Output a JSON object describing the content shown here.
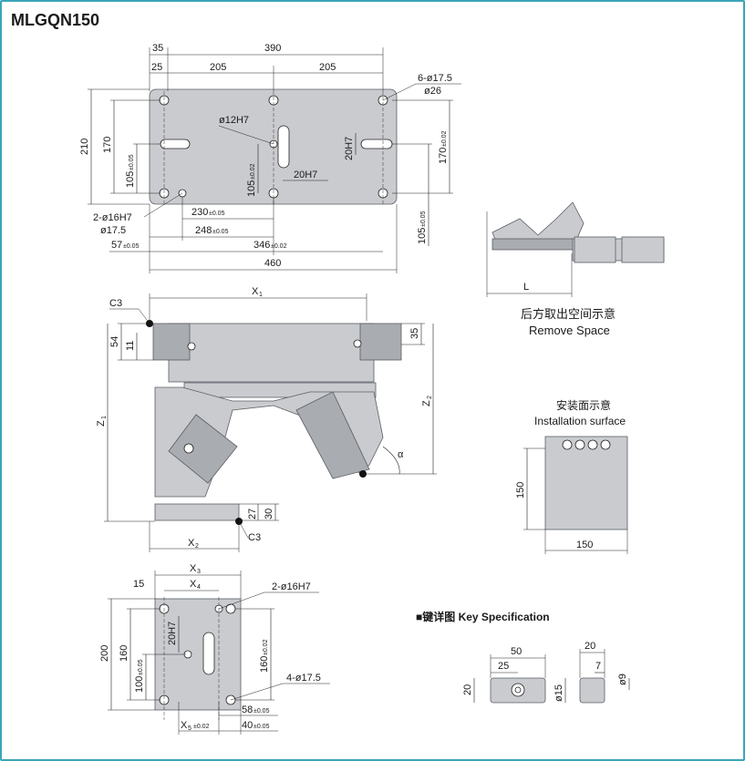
{
  "title": "MLGQN150",
  "top_view": {
    "dims": {
      "d35": "35",
      "d390": "390",
      "d25": "25",
      "d205a": "205",
      "d205b": "205",
      "d210": "210",
      "d170": "170",
      "d105": "105",
      "d105_tol": "±0.05",
      "d105b": "105",
      "d105b_tol": "±0.02",
      "d20h7": "20H7",
      "d170r": "170",
      "d170r_tol": "±0.02",
      "d105r": "105",
      "d105r_tol": "±0.05",
      "d230": "230",
      "d230_tol": "±0.05",
      "d248": "248",
      "d248_tol": "±0.05",
      "d57": "57",
      "d57_tol": "±0.05",
      "d346": "346",
      "d346_tol": "±0.02",
      "d460": "460"
    },
    "labels": {
      "holes6": "6-ø17.5",
      "cbore26": "ø26",
      "pin12": "ø12H7",
      "slot20": "20H7",
      "pin16": "2-ø16H7",
      "hole175": "ø17.5"
    }
  },
  "remove_space": {
    "zh": "后方取出空间示意",
    "en": "Remove Space",
    "l_label": "L"
  },
  "front_view": {
    "x1": "X",
    "x1_sub": "1",
    "x2": "X",
    "x2_sub": "2",
    "z1": "Z",
    "z1_sub": "1",
    "z2": "Z",
    "z2_sub": "2",
    "c3_top": "C3",
    "c3_bottom": "C3",
    "d54": "54",
    "d11": "11",
    "d35": "35",
    "d27": "27",
    "d30": "30",
    "alpha": "α"
  },
  "install_surface": {
    "zh": "安装面示意",
    "en": "Installation surface",
    "w": "150",
    "h": "150"
  },
  "bottom_view": {
    "x3": "X",
    "x3_sub": "3",
    "x4": "X",
    "x4_sub": "4",
    "x5": "X",
    "x5_sub": "5",
    "x5_tol": "±0.02",
    "d15": "15",
    "pin16": "2-ø16H7",
    "d20h7": "20H7",
    "d200": "200",
    "d160": "160",
    "d100": "100",
    "d100_tol": "±0.05",
    "d160r": "160",
    "d160r_tol": "±0.02",
    "holes4": "4-ø17.5",
    "d58": "58",
    "d58_tol": "±0.05",
    "d40": "40",
    "d40_tol": "±0.05"
  },
  "key_spec": {
    "header": "■键详图 Key Specification",
    "d50": "50",
    "d25": "25",
    "d20": "20",
    "d20r": "20",
    "d7": "7",
    "d15": "ø15",
    "d9": "ø9"
  }
}
